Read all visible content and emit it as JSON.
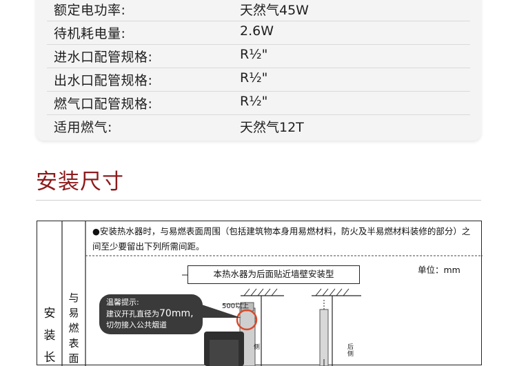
{
  "spec_table": {
    "rows": [
      {
        "label": "额定电功率:",
        "value": "天然气45W"
      },
      {
        "label": "待机耗电量:",
        "value": "2.6W"
      },
      {
        "label": "进水口配管规格:",
        "value": "R½\""
      },
      {
        "label": "出水口配管规格:",
        "value": "R½\""
      },
      {
        "label": "燃气口配管规格:",
        "value": "R½\""
      },
      {
        "label": "适用燃气:",
        "value": "天然气12T"
      }
    ]
  },
  "section": {
    "title": "安装尺寸",
    "title_color": "#8d1b1c"
  },
  "diagram": {
    "side_label_1": [
      "安",
      "装",
      "长"
    ],
    "side_label_2": [
      "与",
      "易",
      "燃",
      "表",
      "面"
    ],
    "note": "●安装热水器时，与易燃表面周围（包括建筑物本身用易燃材料，防火及半易燃材料装修的部分）之间至少要留出下列所需间距。",
    "install_type": "本热水器为后面贴近墙壁安装型",
    "unit": "单位：mm",
    "tip_title": "温馨提示:",
    "tip_line1_prefix": "建议开孔直径为",
    "tip_line1_big": "70mm,",
    "tip_line2": "切勿接入公共烟道",
    "dim_label": "500以上",
    "side_text_a": "侧",
    "side_text_b": "后侧"
  }
}
